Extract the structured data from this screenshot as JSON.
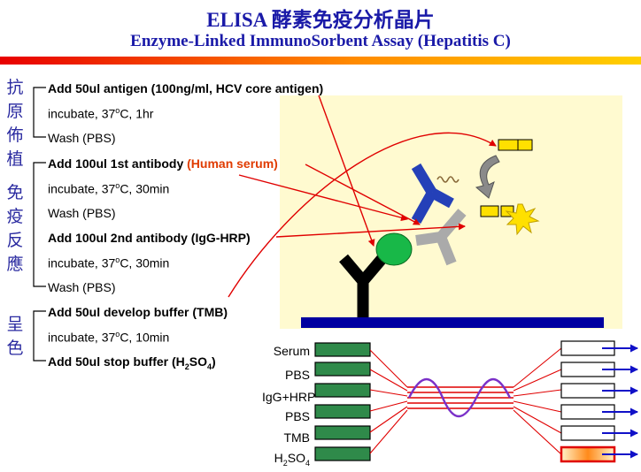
{
  "header": {
    "title": "ELISA 酵素免疫分析晶片",
    "subtitle": "Enzyme-Linked ImmunoSorbent Assay (Hepatitis C)"
  },
  "groups": [
    {
      "label": "抗原佈植"
    },
    {
      "label": "免疫反應"
    },
    {
      "label": "呈色"
    }
  ],
  "steps": [
    {
      "text": "Add 50ul antigen (100ng/ml, HCV core antigen)"
    },
    {
      "pre": "incubate, 37",
      "sup": "o",
      "post": "C, 1hr"
    },
    {
      "text": "Wash (PBS)"
    },
    {
      "text": "Add 100ul 1st antibody ",
      "highlight": "(Human serum)"
    },
    {
      "pre": "incubate, 37",
      "sup": "o",
      "post": "C, 30min"
    },
    {
      "text": "Wash (PBS)"
    },
    {
      "text": "Add 100ul 2nd antibody (IgG-HRP)"
    },
    {
      "pre": "incubate, 37",
      "sup": "o",
      "post": "C, 30min"
    },
    {
      "text": "Wash (PBS)"
    },
    {
      "text": "Add 50ul develop buffer (TMB)"
    },
    {
      "pre": "incubate, 37",
      "sup": "o",
      "post": "C, 10min"
    },
    {
      "pre": "Add 50ul stop buffer (H",
      "sub1": "2",
      "mid": "SO",
      "sub2": "4",
      "post": ")"
    }
  ],
  "reagents": [
    {
      "name": "Serum"
    },
    {
      "name": "PBS"
    },
    {
      "name": "IgG+HRP"
    },
    {
      "name": "PBS"
    },
    {
      "name": "TMB"
    },
    {
      "pre": "H",
      "sub1": "2",
      "mid": "SO",
      "sub2": "4"
    }
  ],
  "colors": {
    "title": "#1a1aa8",
    "arrow": "#e00000",
    "reagent_box": "#2f8a4a",
    "outlet_arrow": "#1010c8",
    "substrate": "#0000a0",
    "antigen": "#18b848",
    "antibody_blue": "#2440b8",
    "antibody_gray": "#b8b8b8",
    "highlight": "#e03b00"
  }
}
